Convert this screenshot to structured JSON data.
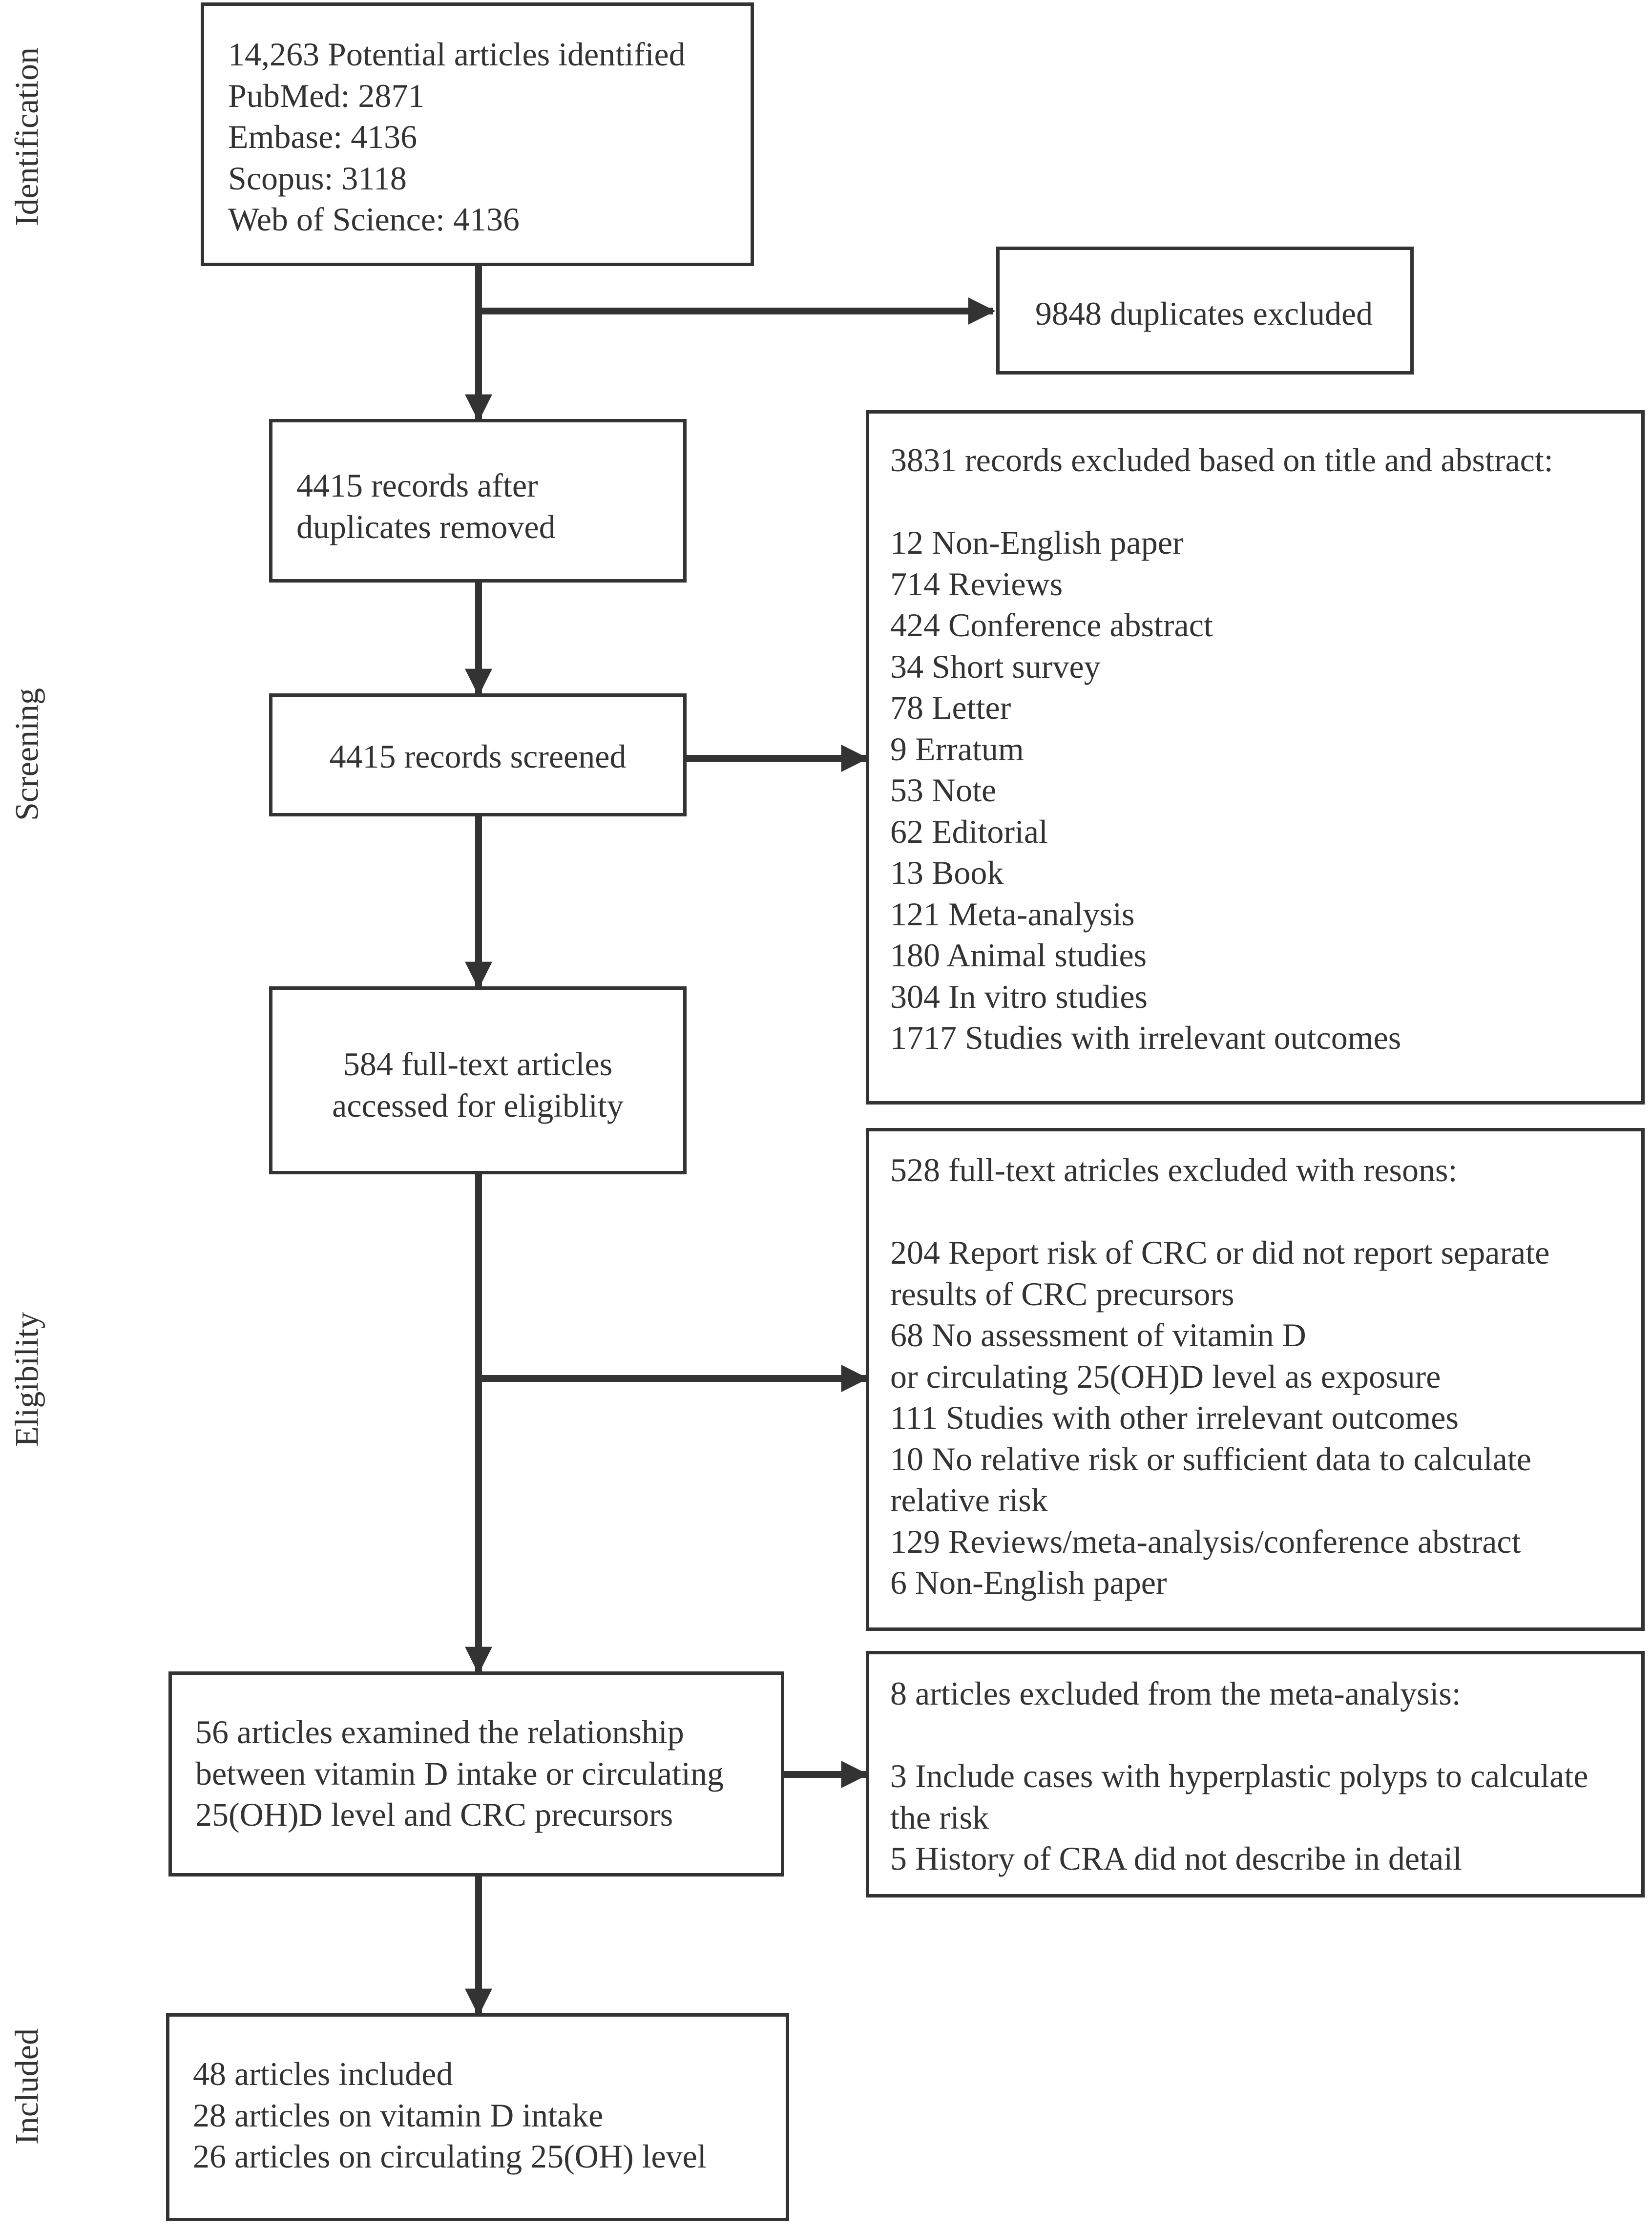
{
  "stages": {
    "identification": "Identification",
    "screening": "Screening",
    "eligibility": "Eligibility",
    "included": "Included"
  },
  "identified": [
    "14,263 Potential articles identified",
    "PubMed: 2871",
    "Embase: 4136",
    "Scopus: 3118",
    "Web of Science: 4136"
  ],
  "duplicates_excluded": "9848 duplicates excluded",
  "after_duplicates": [
    "4415 records after",
    "duplicates removed"
  ],
  "screened": "4415 records screened",
  "title_abstract_excluded": [
    "3831 records excluded based on title and abstract:",
    "",
    "12 Non-English paper",
    "714 Reviews",
    "424 Conference abstract",
    "34 Short survey",
    "78 Letter",
    "9 Erratum",
    "53 Note",
    "62 Editorial",
    "13 Book",
    "121 Meta-analysis",
    "180 Animal studies",
    "304 In vitro studies",
    "1717 Studies with irrelevant outcomes"
  ],
  "full_text_assessed": [
    "584 full-text articles",
    "accessed for eligiblity"
  ],
  "full_text_excluded": [
    "528 full-text atricles excluded with resons:",
    "",
    "204 Report risk of CRC or did not report separate",
    "results of CRC precursors",
    "68 No assessment of vitamin D",
    "or circulating 25(OH)D level as exposure",
    "111 Studies with other irrelevant outcomes",
    "10 No relative risk or sufficient data to calculate",
    "relative risk",
    "129 Reviews/meta-analysis/conference abstract",
    "6 Non-English paper"
  ],
  "examined": [
    "56 articles examined the relationship",
    "between vitamin D intake or circulating",
    "25(OH)D level and CRC precursors"
  ],
  "meta_excluded": [
    "8 articles excluded from the meta-analysis:",
    "",
    "3 Include cases with hyperplastic polyps to calculate",
    "the risk",
    "5 History of CRA did not describe in detail"
  ],
  "included": [
    "48 articles included",
    "28 articles on vitamin D intake",
    "26 articles on circulating 25(OH) level"
  ]
}
